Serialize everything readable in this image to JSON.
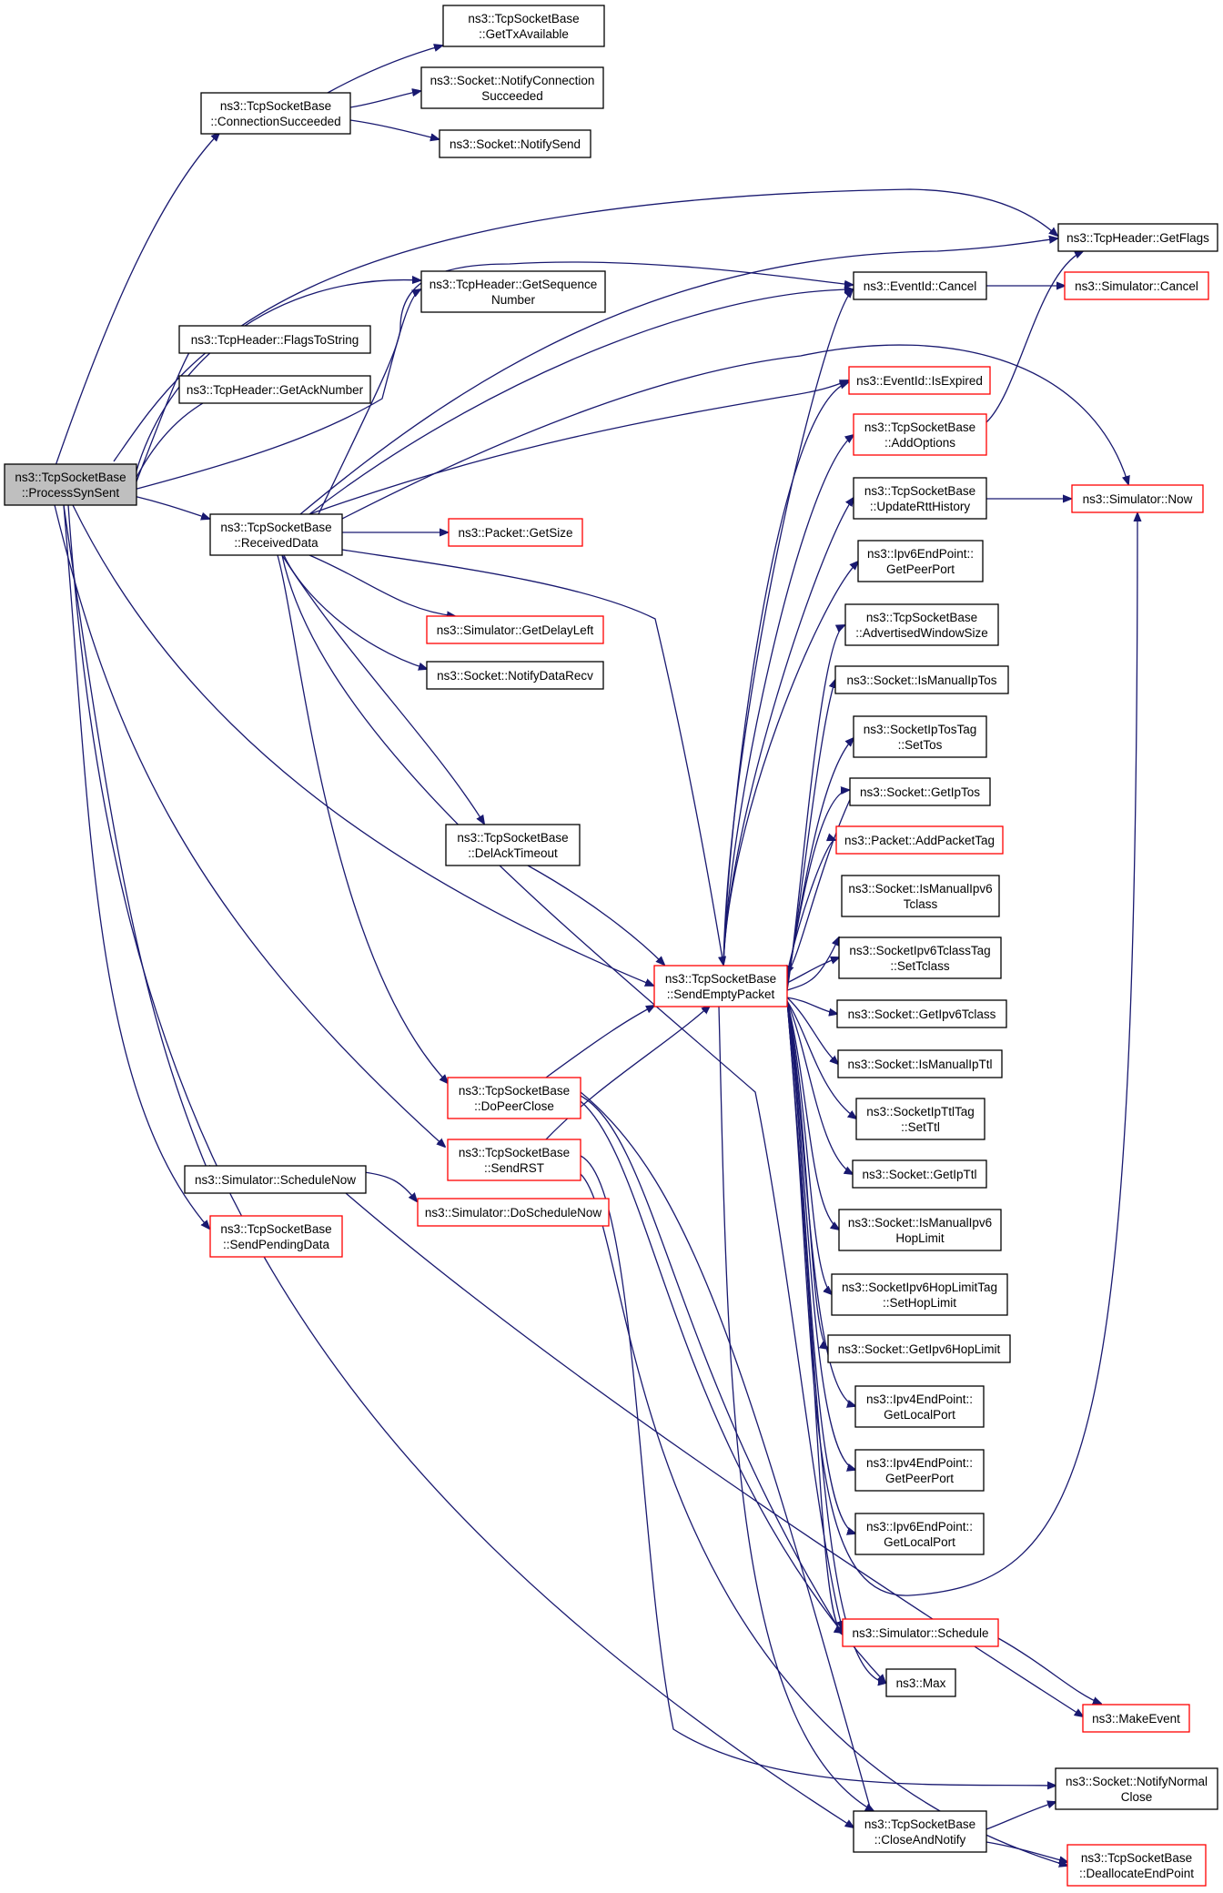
{
  "colors": {
    "edge": "#191970",
    "red_border": "#ff0000",
    "black_border": "#000000",
    "root_fill": "#bfbfbf"
  },
  "nodes": {
    "process_syn_sent": [
      "ns3::TcpSocketBase",
      "::ProcessSynSent"
    ],
    "connection_succeeded": [
      "ns3::TcpSocketBase",
      "::ConnectionSucceeded"
    ],
    "get_tx_available": [
      "ns3::TcpSocketBase",
      "::GetTxAvailable"
    ],
    "notify_connection_succeeded": [
      "ns3::Socket::NotifyConnection",
      "Succeeded"
    ],
    "notify_send": [
      "ns3::Socket::NotifySend"
    ],
    "get_flags": [
      "ns3::TcpHeader::GetFlags"
    ],
    "get_sequence_number": [
      "ns3::TcpHeader::GetSequence",
      "Number"
    ],
    "eventid_cancel": [
      "ns3::EventId::Cancel"
    ],
    "simulator_cancel": [
      "ns3::Simulator::Cancel"
    ],
    "flags_to_string": [
      "ns3::TcpHeader::FlagsToString"
    ],
    "get_ack_number": [
      "ns3::TcpHeader::GetAckNumber"
    ],
    "is_expired": [
      "ns3::EventId::IsExpired"
    ],
    "add_options": [
      "ns3::TcpSocketBase",
      "::AddOptions"
    ],
    "received_data": [
      "ns3::TcpSocketBase",
      "::ReceivedData"
    ],
    "update_rtt_history": [
      "ns3::TcpSocketBase",
      "::UpdateRttHistory"
    ],
    "simulator_now": [
      "ns3::Simulator::Now"
    ],
    "packet_get_size": [
      "ns3::Packet::GetSize"
    ],
    "ipv6_get_peer_port": [
      "ns3::Ipv6EndPoint::",
      "GetPeerPort"
    ],
    "simulator_get_delay_left": [
      "ns3::Simulator::GetDelayLeft"
    ],
    "advertised_window_size": [
      "ns3::TcpSocketBase",
      "::AdvertisedWindowSize"
    ],
    "notify_data_recv": [
      "ns3::Socket::NotifyDataRecv"
    ],
    "is_manual_ip_tos": [
      "ns3::Socket::IsManualIpTos"
    ],
    "ip_tos_tag_set_tos": [
      "ns3::SocketIpTosTag",
      "::SetTos"
    ],
    "get_ip_tos": [
      "ns3::Socket::GetIpTos"
    ],
    "add_packet_tag": [
      "ns3::Packet::AddPacketTag"
    ],
    "del_ack_timeout": [
      "ns3::TcpSocketBase",
      "::DelAckTimeout"
    ],
    "is_manual_ipv6_tclass": [
      "ns3::Socket::IsManualIpv6",
      "Tclass"
    ],
    "ipv6_tclass_tag_set_tclass": [
      "ns3::SocketIpv6TclassTag",
      "::SetTclass"
    ],
    "send_empty_packet": [
      "ns3::TcpSocketBase",
      "::SendEmptyPacket"
    ],
    "get_ipv6_tclass": [
      "ns3::Socket::GetIpv6Tclass"
    ],
    "is_manual_ip_ttl": [
      "ns3::Socket::IsManualIpTtl"
    ],
    "do_peer_close": [
      "ns3::TcpSocketBase",
      "::DoPeerClose"
    ],
    "ip_ttl_tag_set_ttl": [
      "ns3::SocketIpTtlTag",
      "::SetTtl"
    ],
    "send_rst": [
      "ns3::TcpSocketBase",
      "::SendRST"
    ],
    "get_ip_ttl": [
      "ns3::Socket::GetIpTtl"
    ],
    "schedule_now": [
      "ns3::Simulator::ScheduleNow"
    ],
    "do_schedule_now": [
      "ns3::Simulator::DoScheduleNow"
    ],
    "is_manual_ipv6_hop_limit": [
      "ns3::Socket::IsManualIpv6",
      "HopLimit"
    ],
    "send_pending_data": [
      "ns3::TcpSocketBase",
      "::SendPendingData"
    ],
    "ipv6_hop_limit_tag_set": [
      "ns3::SocketIpv6HopLimitTag",
      "::SetHopLimit"
    ],
    "get_ipv6_hop_limit": [
      "ns3::Socket::GetIpv6HopLimit"
    ],
    "ipv4_get_local_port": [
      "ns3::Ipv4EndPoint::",
      "GetLocalPort"
    ],
    "ipv4_get_peer_port": [
      "ns3::Ipv4EndPoint::",
      "GetPeerPort"
    ],
    "ipv6_get_local_port": [
      "ns3::Ipv6EndPoint::",
      "GetLocalPort"
    ],
    "simulator_schedule": [
      "ns3::Simulator::Schedule"
    ],
    "max": [
      "ns3::Max"
    ],
    "make_event": [
      "ns3::MakeEvent"
    ],
    "notify_normal_close": [
      "ns3::Socket::NotifyNormal",
      "Close"
    ],
    "close_and_notify": [
      "ns3::TcpSocketBase",
      "::CloseAndNotify"
    ],
    "deallocate_end_point": [
      "ns3::TcpSocketBase",
      "::DeallocateEndPoint"
    ]
  }
}
